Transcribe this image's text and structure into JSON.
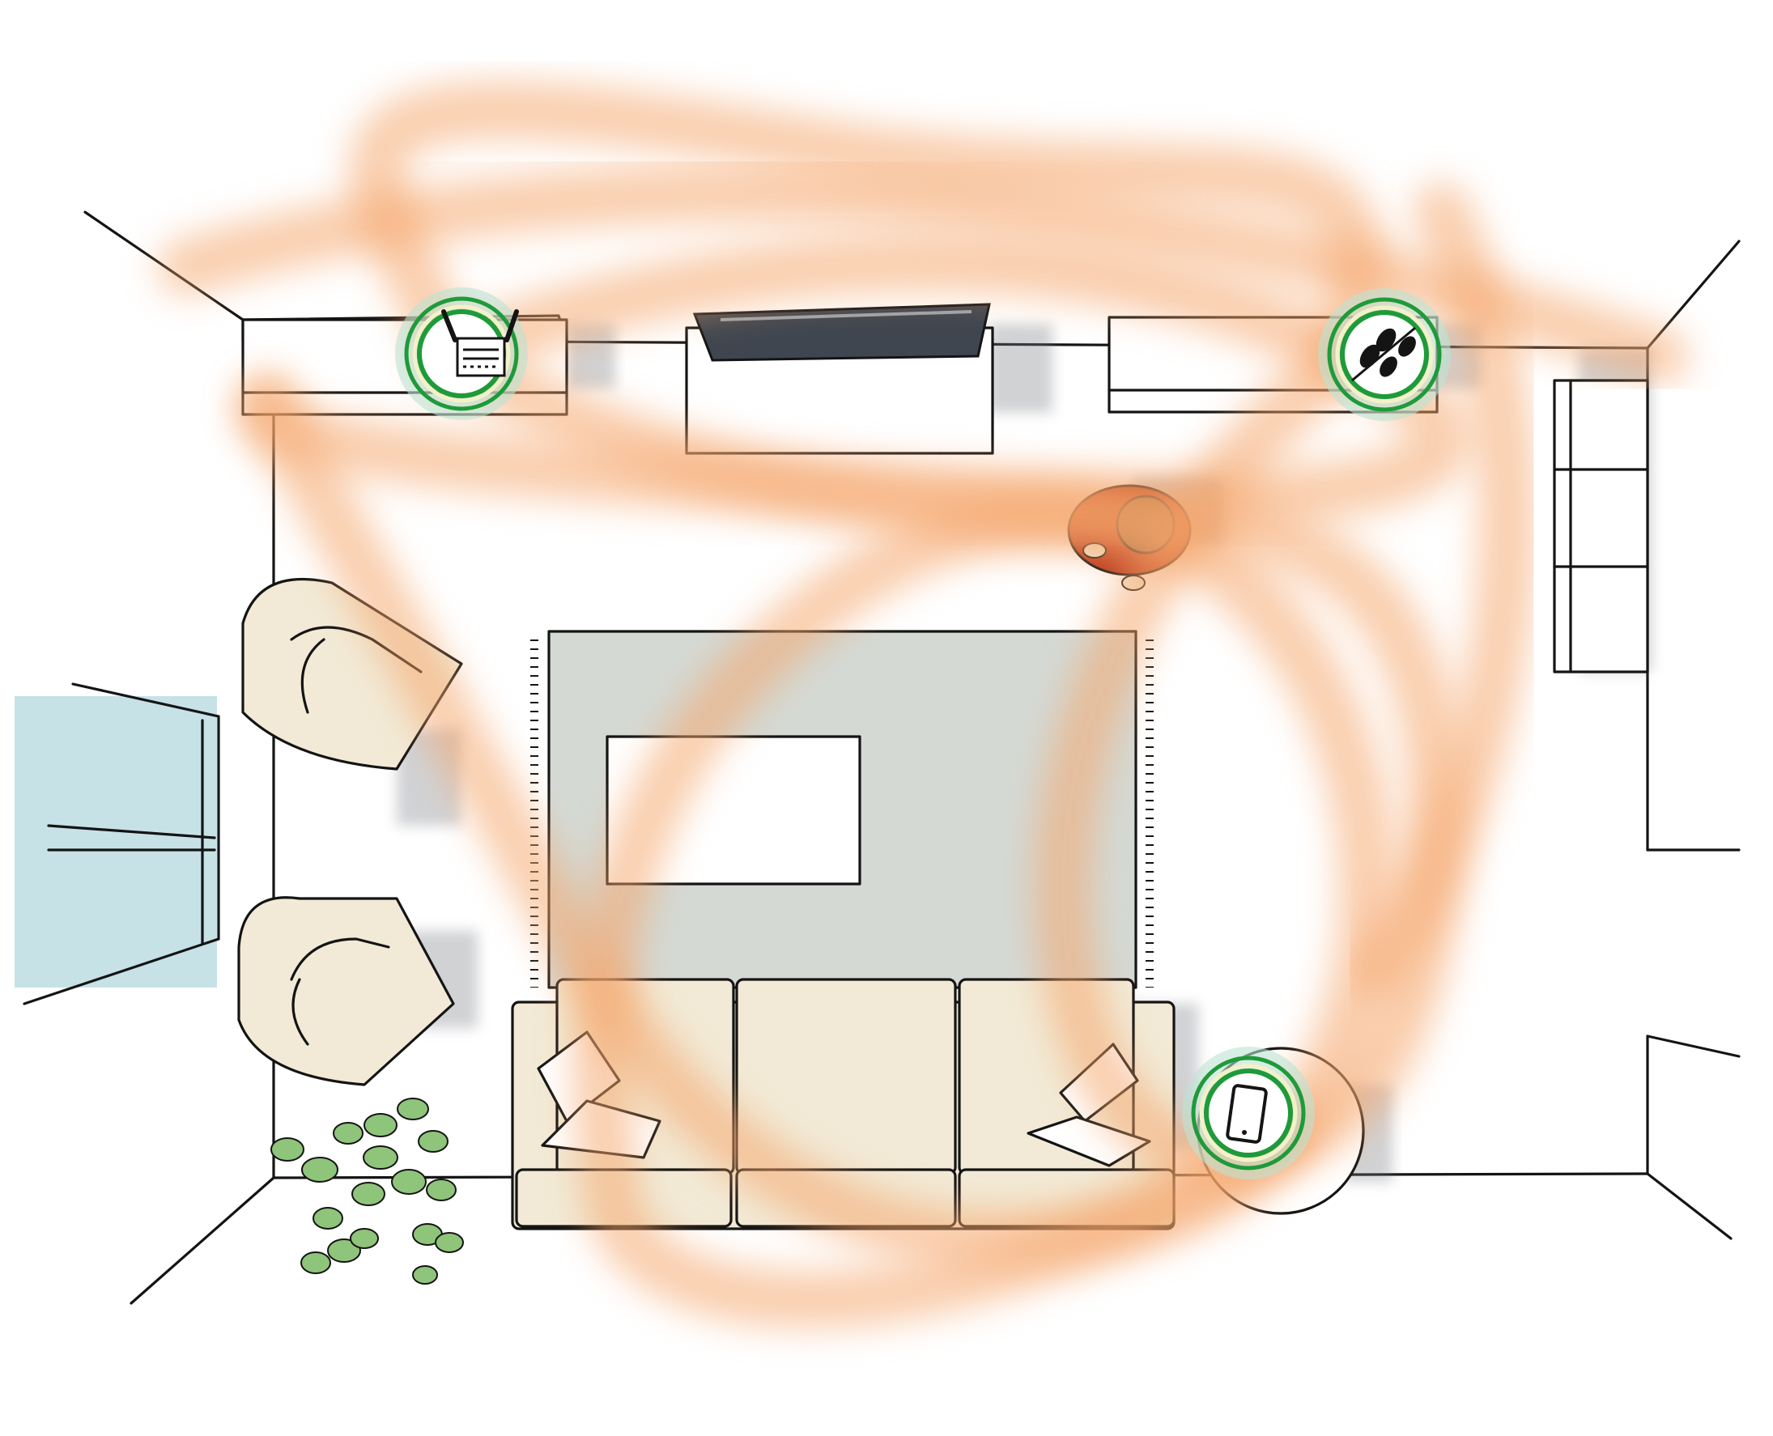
{
  "scene": {
    "colors": {
      "signal_orange": "#f5a56a",
      "device_ring_green": "#1f9a3a",
      "device_ring_light": "#bde3d2",
      "rug": "#c9cfc9",
      "sofa": "#f2ead6",
      "window_glass": "#a9d3d9",
      "person_shirt": "#b8361c",
      "person_head": "#8a6440",
      "plant": "#8fc47b"
    },
    "devices": [
      {
        "name": "router",
        "icon": "router-icon"
      },
      {
        "name": "motion-sensor",
        "icon": "footsteps-icon"
      },
      {
        "name": "phone",
        "icon": "phone-icon"
      }
    ]
  }
}
